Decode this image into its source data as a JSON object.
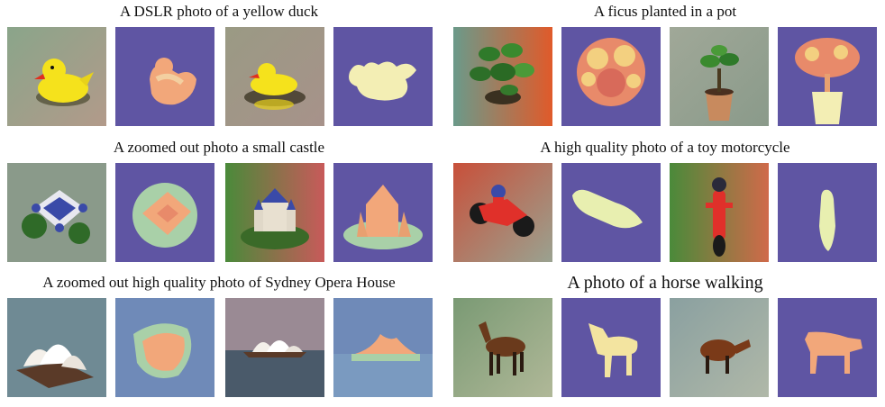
{
  "figure": {
    "panels": [
      {
        "caption": "A DSLR photo of a yellow duck",
        "images": [
          {
            "kind": "render",
            "subject": "yellow duck"
          },
          {
            "kind": "normal-map",
            "subject": "yellow duck"
          },
          {
            "kind": "render",
            "subject": "yellow duck"
          },
          {
            "kind": "normal-map",
            "subject": "yellow duck"
          }
        ]
      },
      {
        "caption": "A ficus planted in a pot",
        "images": [
          {
            "kind": "render",
            "subject": "ficus"
          },
          {
            "kind": "normal-map",
            "subject": "ficus"
          },
          {
            "kind": "render",
            "subject": "ficus in pot"
          },
          {
            "kind": "normal-map",
            "subject": "ficus in pot"
          }
        ]
      },
      {
        "caption": "A zoomed out photo a small castle",
        "images": [
          {
            "kind": "render",
            "subject": "small castle"
          },
          {
            "kind": "normal-map",
            "subject": "small castle"
          },
          {
            "kind": "render",
            "subject": "small castle"
          },
          {
            "kind": "normal-map",
            "subject": "small castle"
          }
        ]
      },
      {
        "caption": "A high quality photo of a toy motorcycle",
        "images": [
          {
            "kind": "render",
            "subject": "toy motorcycle"
          },
          {
            "kind": "normal-map",
            "subject": "toy motorcycle"
          },
          {
            "kind": "render",
            "subject": "toy motorcycle"
          },
          {
            "kind": "normal-map",
            "subject": "toy motorcycle"
          }
        ]
      },
      {
        "caption": "A zoomed out high quality photo of Sydney Opera House",
        "images": [
          {
            "kind": "render",
            "subject": "Sydney Opera House"
          },
          {
            "kind": "normal-map",
            "subject": "Sydney Opera House"
          },
          {
            "kind": "render",
            "subject": "Sydney Opera House"
          },
          {
            "kind": "normal-map",
            "subject": "Sydney Opera House"
          }
        ]
      },
      {
        "caption": "A photo of a horse walking",
        "images": [
          {
            "kind": "render",
            "subject": "horse"
          },
          {
            "kind": "normal-map",
            "subject": "horse"
          },
          {
            "kind": "render",
            "subject": "horse"
          },
          {
            "kind": "normal-map",
            "subject": "horse"
          }
        ]
      }
    ],
    "colors": {
      "normal_map_background": "#5f55a3",
      "normal_map_fill": "#f2a77a",
      "normal_map_highlight": "#f3eeb4"
    }
  }
}
